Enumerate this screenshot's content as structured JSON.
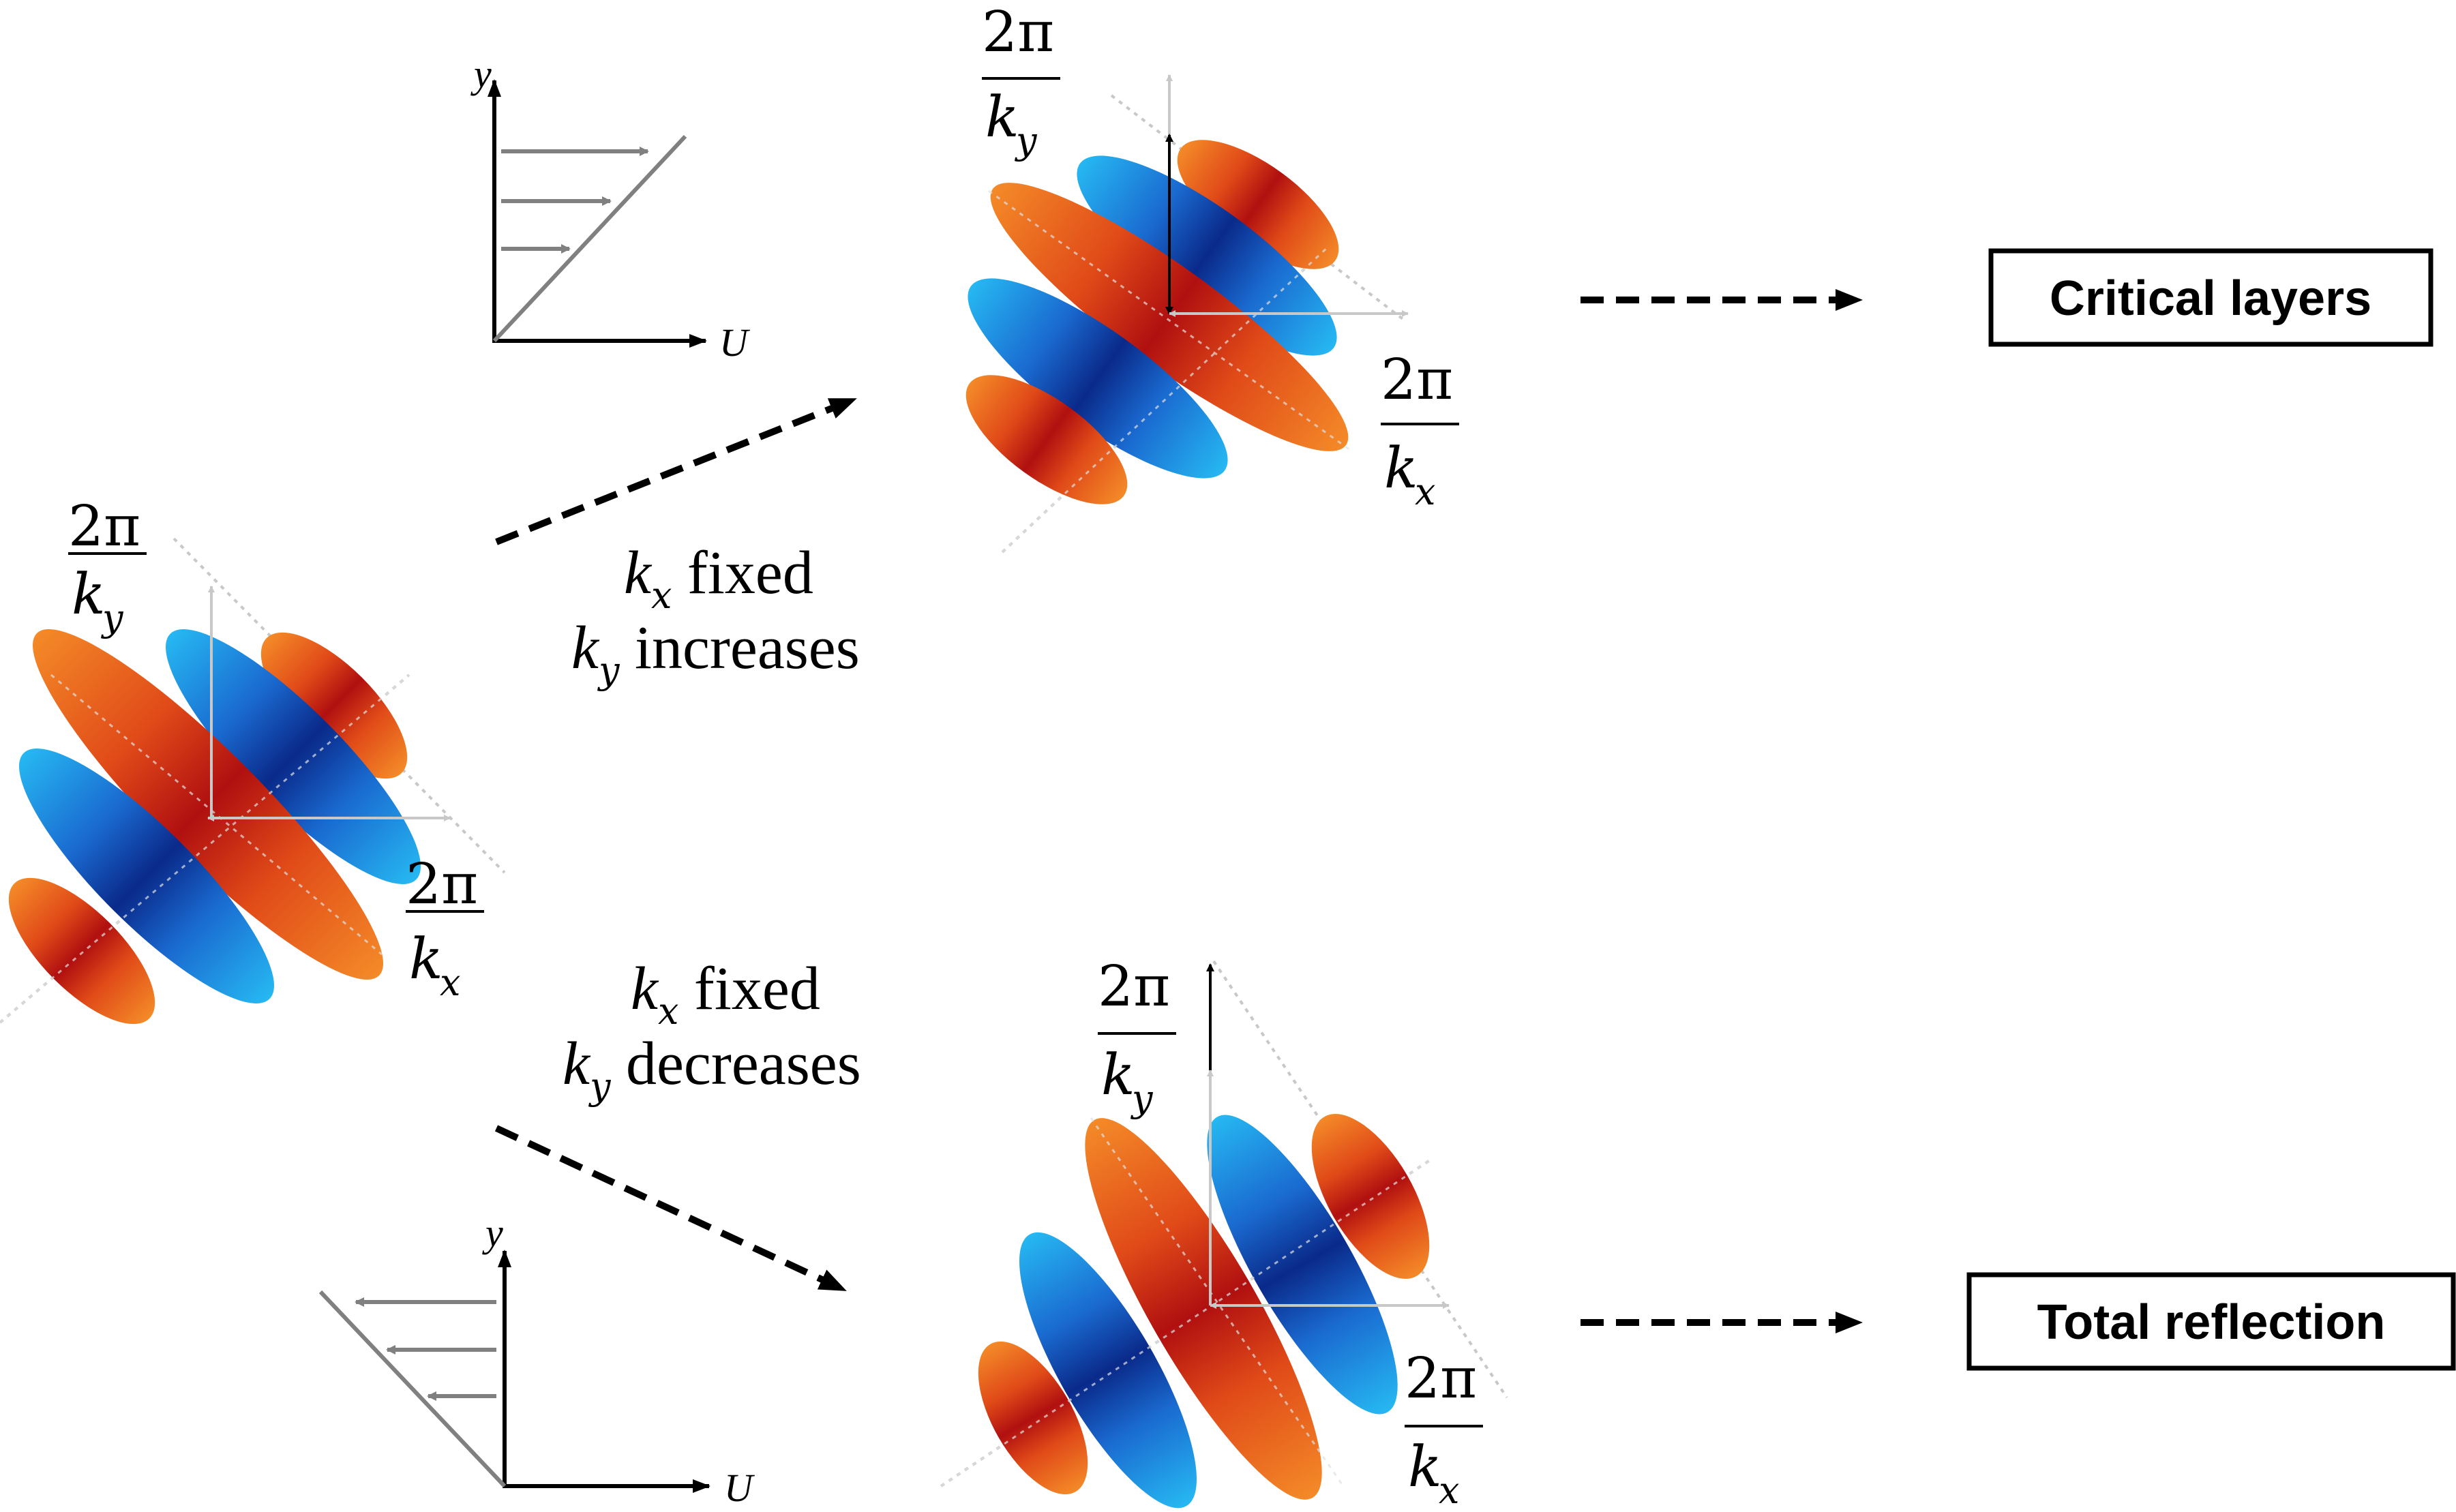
{
  "labels": {
    "two_pi": "2π",
    "k": "k",
    "sub_x": "x",
    "sub_y": "y",
    "axis_y": "y",
    "axis_U": "U"
  },
  "arrows_text": {
    "upper_line1_var": "k",
    "upper_line1_sub": "x",
    "upper_line1_rest": " fixed",
    "upper_line2_var": "k",
    "upper_line2_sub": "y",
    "upper_line2_rest": " increases",
    "lower_line1_var": "k",
    "lower_line1_sub": "x",
    "lower_line1_rest": " fixed",
    "lower_line2_var": "k",
    "lower_line2_sub": "y",
    "lower_line2_rest": " decreases"
  },
  "outcomes": {
    "top": "Critical layers",
    "bottom": "Total reflection"
  },
  "colors": {
    "red_core": "#b01010",
    "orange_edge": "#f07a20",
    "blue_core": "#0a2a8a",
    "cyan_edge": "#20b0f0",
    "grey_axis": "#c8c8c8",
    "grey_flow": "#808080"
  }
}
